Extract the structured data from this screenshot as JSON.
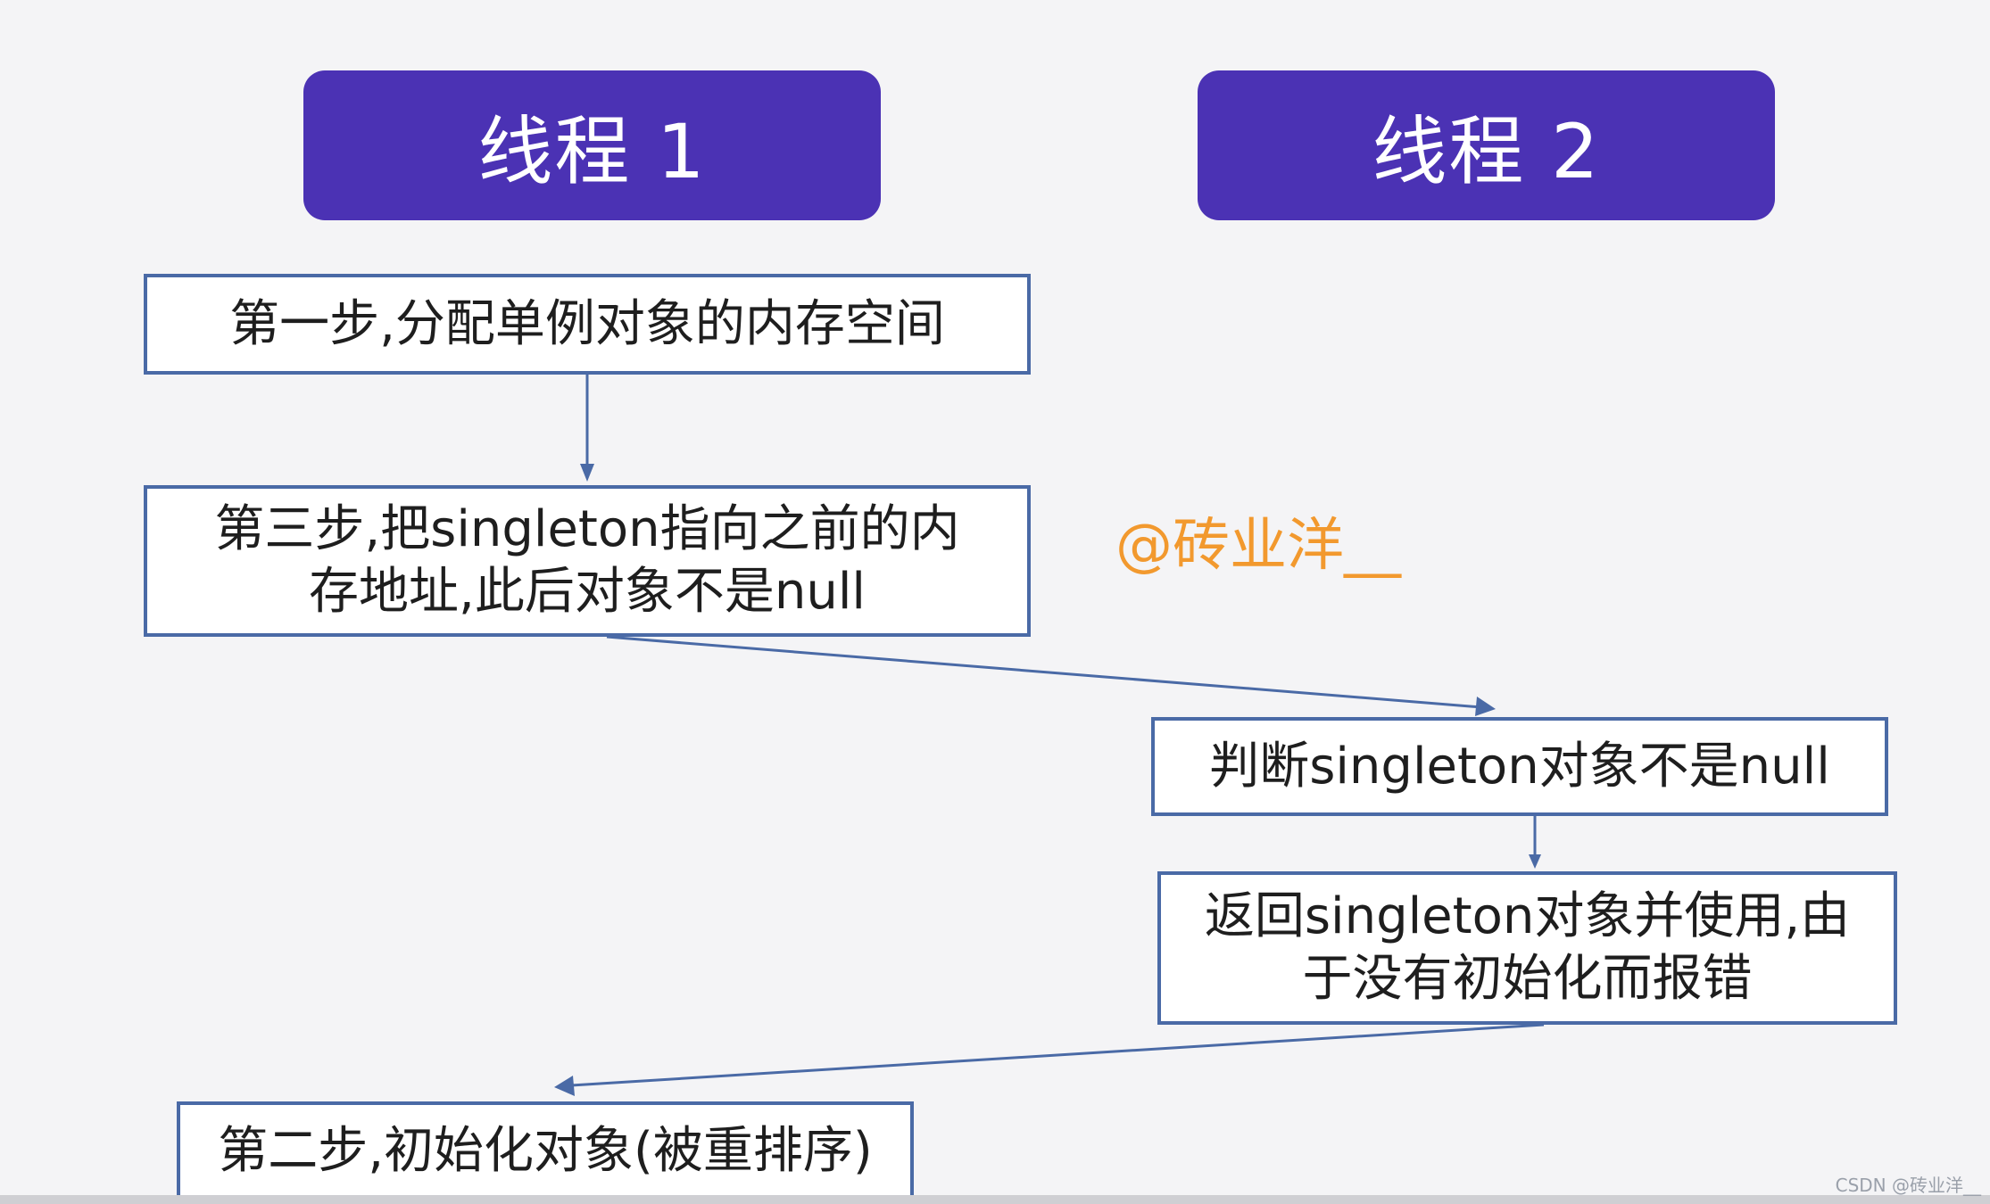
{
  "threads": {
    "thread1": "线程 1",
    "thread2": "线程 2"
  },
  "steps": {
    "step1": "第一步,分配单例对象的内存空间",
    "step3_line1": "第三步,把singleton指向之前的内",
    "step3_line2": "存地址,此后对象不是null",
    "check": "判断singleton对象不是null",
    "return_line1": "返回singleton对象并使用,由",
    "return_line2": "于没有初始化而报错",
    "step2": "第二步,初始化对象(被重排序)"
  },
  "watermark": "@砖业洋__",
  "footer_credit": "CSDN @砖业洋__",
  "colors": {
    "header_fill": "#4b32b4",
    "box_border": "#4a6aa6",
    "arrow": "#4a6aa6",
    "watermark": "#f2992e",
    "background": "#f4f4f6"
  }
}
